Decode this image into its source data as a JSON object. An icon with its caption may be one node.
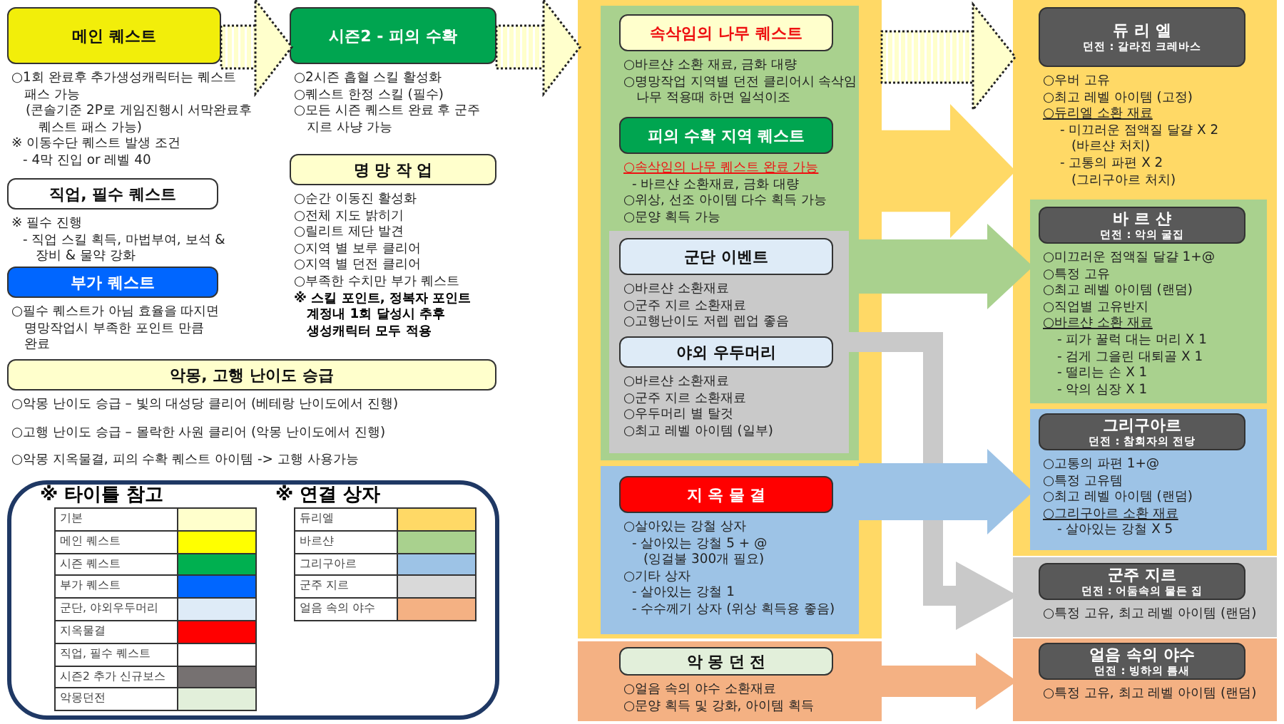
{
  "diagram": {
    "nodes": [
      {
        "text": [
          "메인 퀘스트"
        ],
        "beside": [
          "○1회 완료후 추가생성캐릭터는 퀘스트 패스 가능",
          "(콘솔기준 2P로 게임진행시 서막완료후 퀘스트 패스 가능)",
          "※ 이동수단 퀘스트 발생 조건",
          "- 4막 진입 or 레벨 40"
        ]
      },
      {
        "text": [
          "직업, 필수 퀘스트"
        ],
        "beside": [
          "※ 필수 진행",
          "- 직업 스킬 획득, 마법부여, 보석 & 장비 & 물약 강화"
        ]
      },
      {
        "text": [
          "부가 퀘스트"
        ],
        "beside": [
          "○필수 퀘스트가 아님 효율을 따지면 명망작업시 부족한 포인트 만큼 완료"
        ]
      },
      {
        "text": [
          "시즌2 - 피의 수확"
        ],
        "beside": [
          "○2시즌 흡혈 스킬 활성화",
          "○퀘스트 한정 스킬 (필수)",
          "○모든 시즌 퀘스트 완료 후 군주 지르 사냥 가능"
        ]
      },
      {
        "text": [
          "명 망 작 업"
        ],
        "beside": [
          "○순간 이동진 활성화",
          "○전체 지도 밝히기",
          "○릴리트 제단 발견",
          "○지역 별 보루 클리어",
          "○지역 별 던전 클리어",
          "○부족한 수치만 부가 퀘스트",
          "※ 스킬 포인트, 정복자 포인트 계정내 1회 달성시 추후 생성캐릭터 모두 적용"
        ]
      },
      {
        "text": [
          "악몽, 고행 난이도 승급"
        ],
        "beside": [
          "○악몽 난이도 승급 – 빛의 대성당 클리어 (베테랑 난이도에서 진행)",
          "○고행 난이도 승급 – 몰락한 사원 클리어 (악몽 난이도에서 진행)",
          "○악몽 지옥물결, 피의 수확 퀘스트 아이템 -> 고행 사용가능"
        ]
      },
      {
        "text": [],
        "shape": "box"
      },
      {
        "text": [],
        "shape": "box",
        "in": 6
      },
      {
        "text": [
          "속삭임의 나무 퀘스트"
        ],
        "in": 7,
        "beside": [
          "○바르샨 소환 재료, 금화 대량",
          "○명망작업 지역별 던전 클리어시 속삭임 나무 적용때 하면 일석이조"
        ]
      },
      {
        "text": [
          "피의 수확 지역 퀘스트"
        ],
        "in": 7,
        "beside": [
          "○속삭임의 나무 퀘스트 완료 가능",
          "- 바르샨 소환재료, 금화 대량",
          "○위상, 선조 아이템 다수 획득 가능",
          "○문양 획득 가능"
        ]
      },
      {
        "text": [],
        "shape": "box",
        "in": 7
      },
      {
        "text": [
          "군단 이벤트"
        ],
        "in": 10,
        "beside": [
          "○바르샨 소환재료",
          "○군주 지르 소환재료",
          "○고행난이도 저렙 렙업 좋음"
        ]
      },
      {
        "text": [
          "야외 우두머리"
        ],
        "in": 10,
        "beside": [
          "○바르샨 소환재료",
          "○군주 지르 소환재료",
          "○우두머리 별 탈것",
          "○최고 레벨 아이템 (일부)"
        ]
      },
      {
        "text": [],
        "shape": "box",
        "in": 6
      },
      {
        "text": [
          "지 옥 물 결"
        ],
        "in": 13,
        "beside": [
          "○살아있는 강철 상자",
          "- 살아있는 강철 5 + @",
          "(잉걸불 300개 필요)",
          "○기타 상자",
          "- 살아있는 강철 1",
          "- 수수께기 상자 (위상 획득용 좋음)"
        ]
      },
      {
        "text": [],
        "shape": "box"
      },
      {
        "text": [
          "악 몽 던 전"
        ],
        "in": 15,
        "beside": [
          "○얼음 속의 야수 소환재료",
          "○문양 획득 및 강화, 아이템 획득"
        ]
      },
      {
        "text": [],
        "shape": "box"
      },
      {
        "text": [
          "듀 리 엘",
          "던전 : 갈라진 크레바스"
        ],
        "in": 17,
        "beside": [
          "○우버 고유",
          "○최고 레벨 아이템 (고정)",
          "○듀리엘 소환 재료",
          "- 미끄러운 점액질 달걀 X 2",
          "(바르샨 처치)",
          "- 고통의 파편 X 2",
          "(그리구아르 처치)"
        ]
      },
      {
        "text": [],
        "shape": "box",
        "in": 17
      },
      {
        "text": [
          "바 르 샨",
          "던전 : 악의 굴집"
        ],
        "in": 19,
        "beside": [
          "○미끄러운 점액질 달걀 1+@",
          "○특정 고유",
          "○최고 레벨 아이템 (랜덤)",
          "○직업별 고유반지",
          "○바르샨 소환 재료",
          "- 피가 꿀럭 대는 머리 X 1",
          "- 검게 그을린 대퇴골 X 1",
          "- 떨리는 손 X 1",
          "- 악의 심장 X 1"
        ]
      },
      {
        "text": [],
        "shape": "box",
        "in": 17
      },
      {
        "text": [
          "그리구아르",
          "던전 : 참회자의 전당"
        ],
        "in": 21,
        "beside": [
          "○고통의 파편 1+@",
          "○특정 고유템",
          "○최고 레벨 아이템  (랜덤)",
          "○그리구아르 소환 재료",
          "- 살아있는 강철 X 5"
        ]
      },
      {
        "text": [],
        "shape": "box"
      },
      {
        "text": [
          "군주 지르",
          "던전 : 어둠속의 물든 집"
        ],
        "in": 23,
        "beside": [
          "○특정 고유, 최고 레벨 아이템 (랜덤)"
        ]
      },
      {
        "text": [],
        "shape": "box"
      },
      {
        "text": [
          "얼음 속의 야수",
          "던전 : 빙하의 틈새"
        ],
        "in": 25,
        "beside": [
          "○특정 고유, 최고 레벨 아이템 (랜덤)"
        ]
      }
    ],
    "edges": [
      {
        "from": 0,
        "to": 3,
        "arrow": "to",
        "style": "dashed",
        "color": "#ffffcc"
      },
      {
        "from": 3,
        "to": 6,
        "arrow": "to",
        "style": "dashed",
        "color": "#ffffcc"
      },
      {
        "from": 6,
        "to": 17,
        "arrow": "to",
        "style": "dashed",
        "color": "#ffffcc"
      },
      {
        "from": 6,
        "to": 17,
        "arrow": "to",
        "style": "thick",
        "color": "#ffd966"
      },
      {
        "from": 7,
        "to": 19,
        "arrow": "to",
        "color": "#a9d18e"
      },
      {
        "from": 10,
        "to": 23,
        "arrow": "to",
        "color": "#c9c9c9"
      },
      {
        "from": 13,
        "to": 21,
        "arrow": "to",
        "color": "#9dc3e6"
      },
      {
        "from": 15,
        "to": 25,
        "arrow": "to",
        "color": "#f4b183"
      }
    ],
    "labels": [
      "※ 타이틀 참고",
      "※ 연결 상자"
    ],
    "legend": [
      {
        "text": "기본",
        "color": "#ffffcc"
      },
      {
        "text": "메인 퀘스트",
        "color": "#ffff00"
      },
      {
        "text": "시즌 퀘스트",
        "color": "#00b050"
      },
      {
        "text": "부가 퀘스트",
        "color": "#0066ff"
      },
      {
        "text": "군단, 야외우두머리",
        "color": "#deebf7"
      },
      {
        "text": "지옥물결",
        "color": "#ff0000"
      },
      {
        "text": "직업, 필수 퀘스트",
        "color": "#ffffff"
      },
      {
        "text": "시즌2 추가 신규보스",
        "color": "#767171"
      },
      {
        "text": "악몽던전",
        "color": "#e2efda"
      },
      {
        "text": "듀리엘",
        "color": "#ffd966"
      },
      {
        "text": "바르샨",
        "color": "#a9d18e"
      },
      {
        "text": "그리구아르",
        "color": "#9dc3e6"
      },
      {
        "text": "군주 지르",
        "color": "#d9d9d9"
      },
      {
        "text": "얼음 속의 야수",
        "color": "#f4b183"
      }
    ]
  }
}
